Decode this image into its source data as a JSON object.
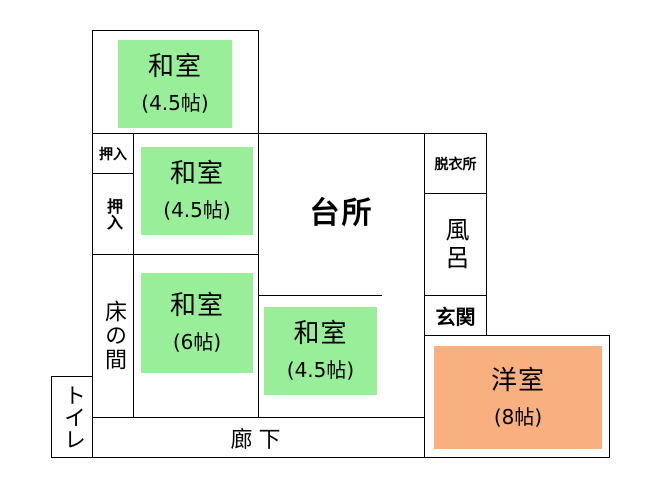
{
  "colors": {
    "tatami_room": "#99ee99",
    "western_room": "#f8b080",
    "wall": "#000000"
  },
  "rooms": {
    "washitsu_top": {
      "name": "和室",
      "size": "(4.5帖)"
    },
    "washitsu_mid": {
      "name": "和室",
      "size": "(4.5帖)"
    },
    "washitsu_6": {
      "name": "和室",
      "size": "(6帖)"
    },
    "washitsu_right": {
      "name": "和室",
      "size": "(4.5帖)"
    },
    "youshitsu": {
      "name": "洋室",
      "size": "(8帖)"
    }
  },
  "labels": {
    "oshiire_small": "押入",
    "oshiire": "押入",
    "tokonoma": "床の間",
    "daidokoro": "台所",
    "datsuijo": "脱衣所",
    "furo": "風呂",
    "genkan": "玄関",
    "toilet": "トイレ",
    "rouka": "廊下"
  }
}
